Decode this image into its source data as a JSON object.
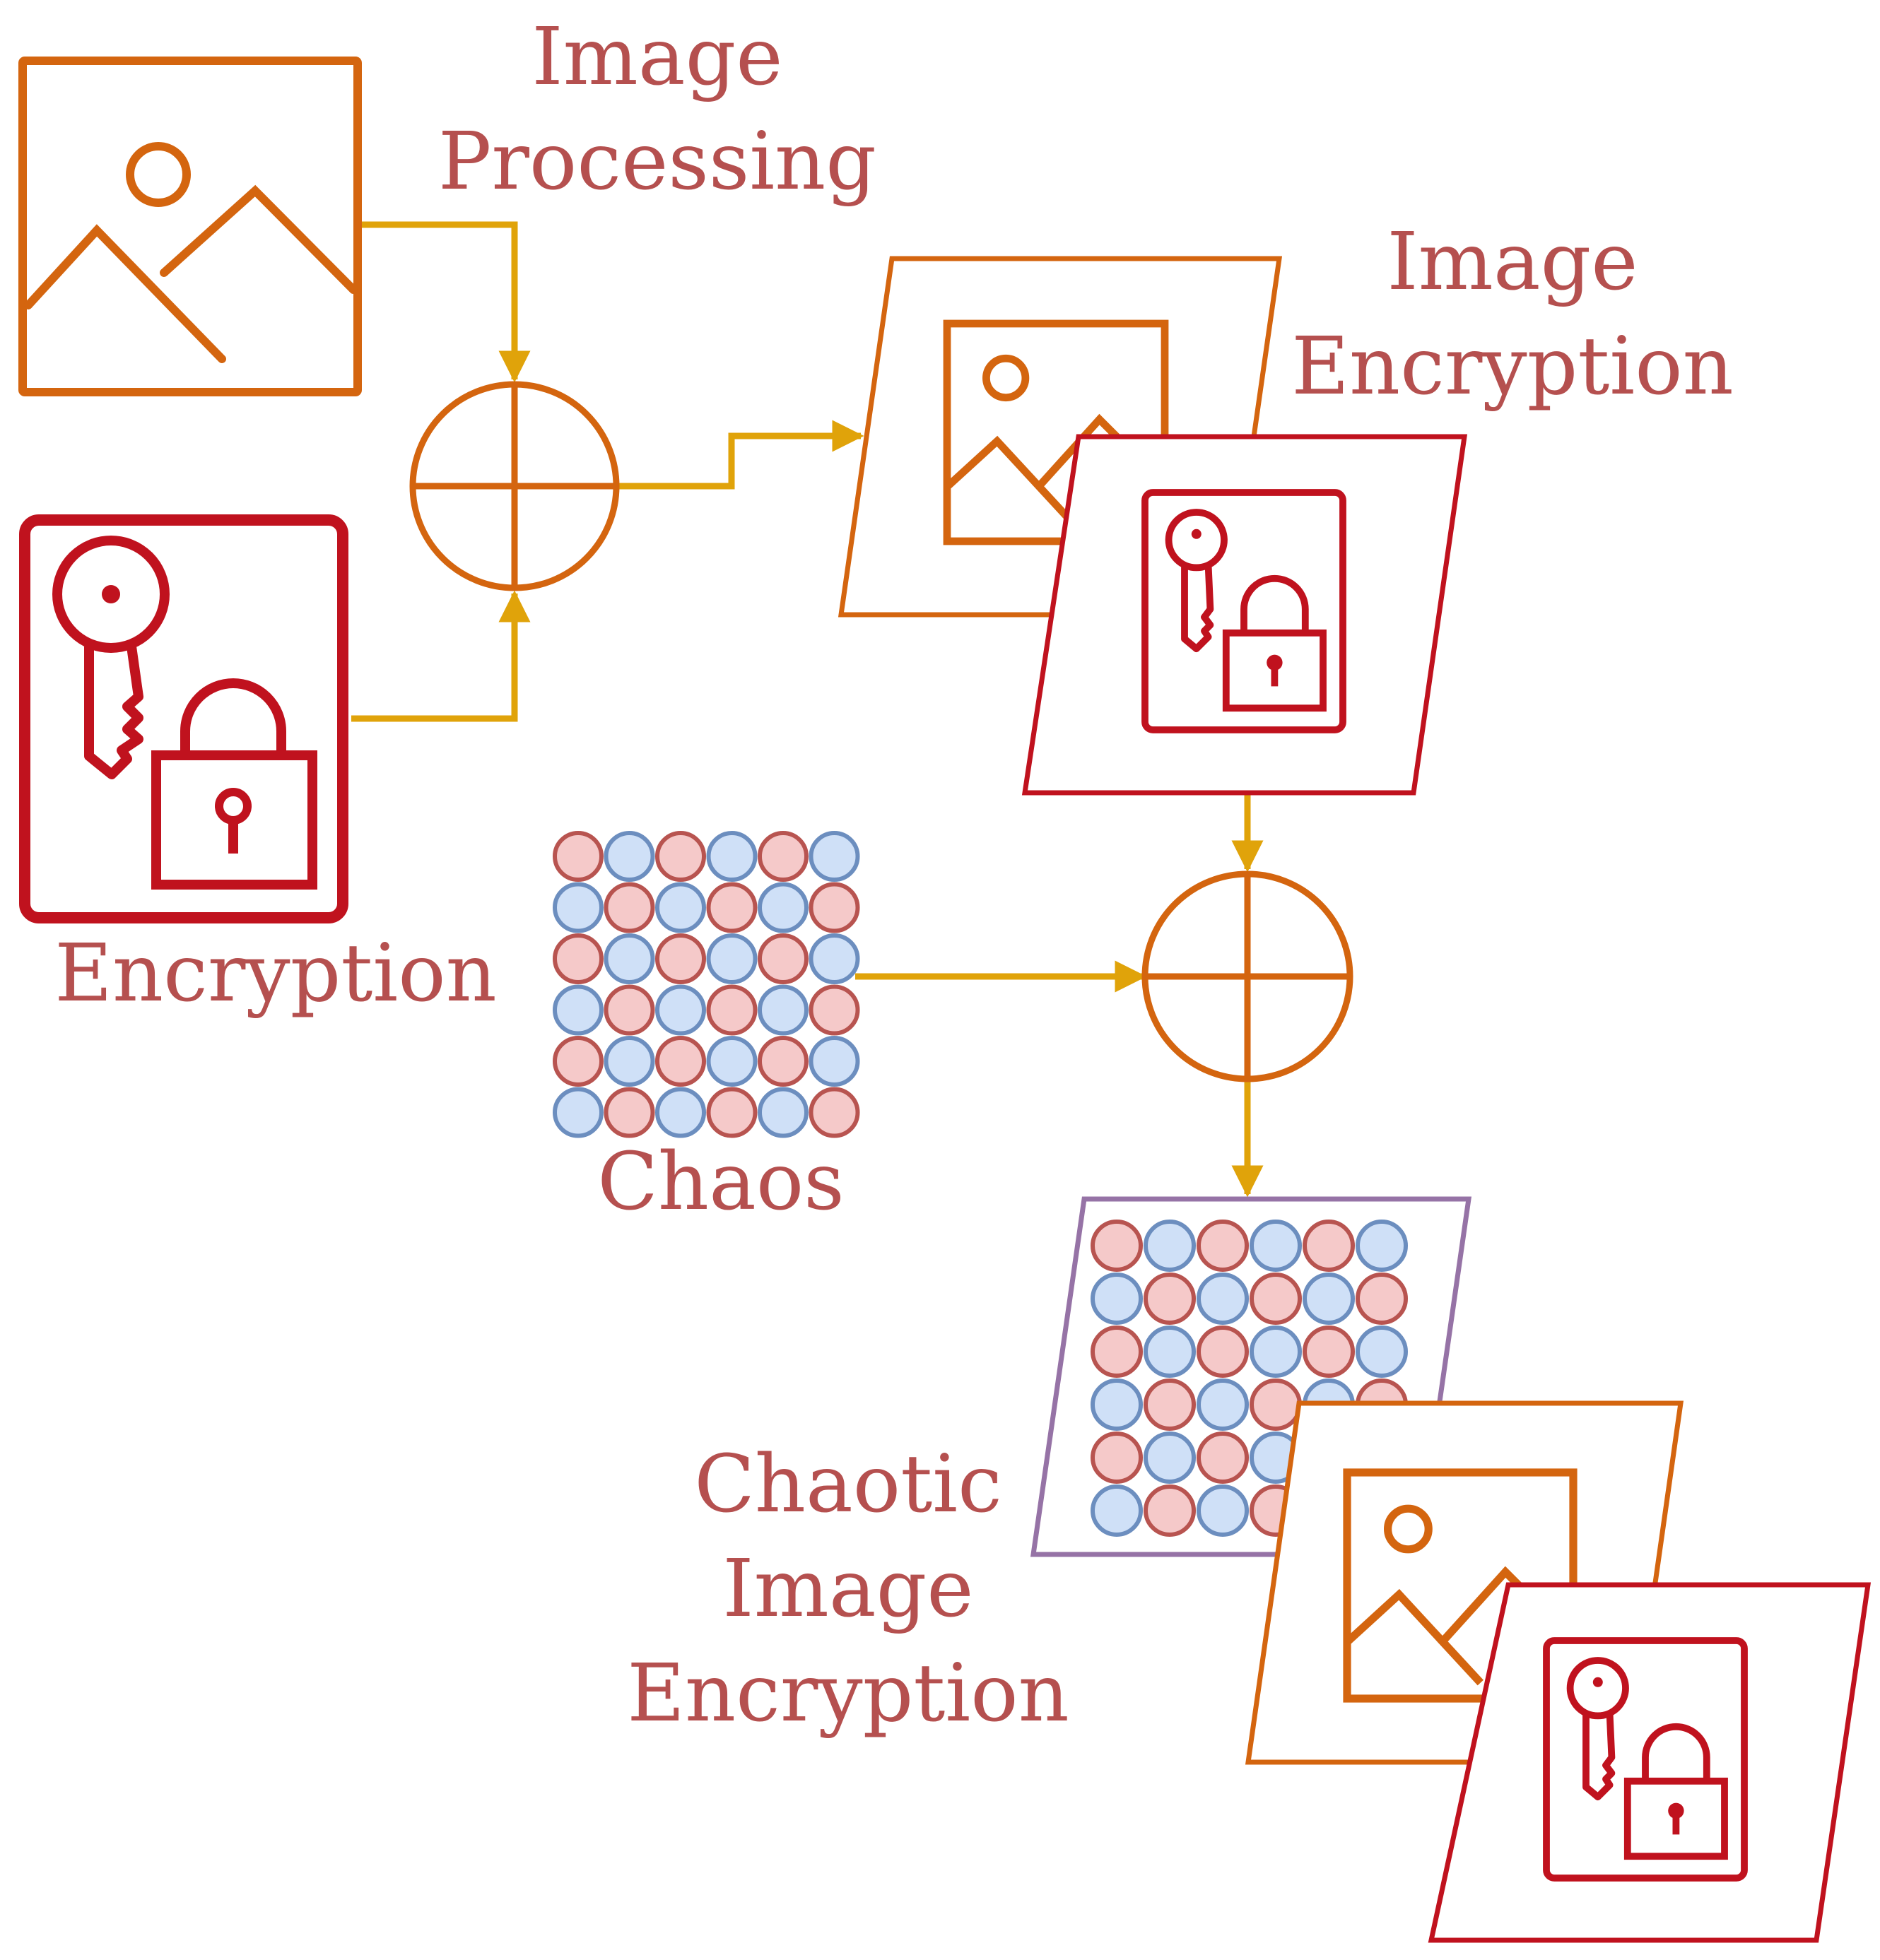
{
  "labels": {
    "image_processing": [
      "Image",
      "Processing"
    ],
    "image_encryption": [
      "Image",
      "Encryption"
    ],
    "encryption": [
      "Encryption"
    ],
    "chaos": [
      "Chaos"
    ],
    "chaotic_image_encryption": [
      "Chaotic",
      "Image",
      "Encryption"
    ]
  },
  "colors": {
    "image_stroke": "#d4650f",
    "key_stroke": "#c0121e",
    "arrow": "#e0a30a",
    "operator": "#d4650f",
    "text": "#b5504f",
    "chaos_red_fill": "#f5c9c9",
    "chaos_red_stroke": "#b85450",
    "chaos_blue_fill": "#cfe0f7",
    "chaos_blue_stroke": "#6c8ebf",
    "chaos_frame": "#9673a6"
  },
  "icons": {
    "image": "image-icon",
    "key_lock": "key-lock-icon",
    "xor": "xor-circle-plus-icon",
    "chaos": "chaos-grid-icon"
  }
}
